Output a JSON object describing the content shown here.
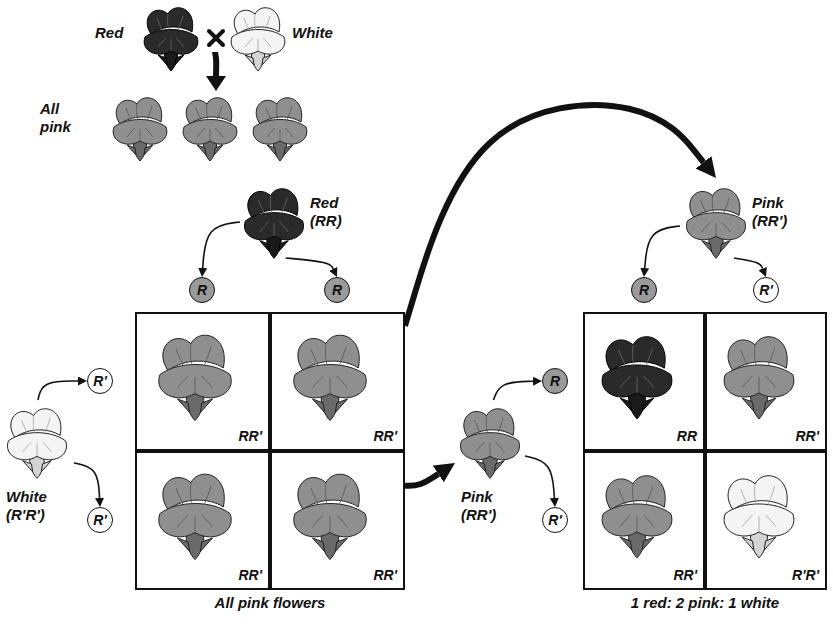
{
  "diagram": {
    "nodes": [
      {
        "text": [
          "Red"
        ]
      },
      {
        "text": [
          "White"
        ]
      },
      {
        "text": [
          "All pink"
        ]
      },
      {
        "text": [
          "Red (RR)"
        ]
      },
      {
        "text": [
          "R"
        ]
      },
      {
        "text": [
          "R"
        ]
      },
      {
        "text": [
          "White (R'R')"
        ]
      },
      {
        "text": [
          "R'"
        ]
      },
      {
        "text": [
          "R'"
        ]
      },
      {
        "text": [
          "All pink flowers"
        ]
      },
      {
        "text": [
          "RR'"
        ],
        "in": 9
      },
      {
        "text": [
          "RR'"
        ],
        "in": 9
      },
      {
        "text": [
          "RR'"
        ],
        "in": 9
      },
      {
        "text": [
          "RR'"
        ],
        "in": 9
      },
      {
        "text": [
          "Pink (RR')"
        ]
      },
      {
        "text": [
          "R"
        ]
      },
      {
        "text": [
          "R'"
        ]
      },
      {
        "text": [
          "Pink (RR')"
        ]
      },
      {
        "text": [
          "R"
        ]
      },
      {
        "text": [
          "R'"
        ]
      },
      {
        "text": [
          "1 red: 2 pink: 1 white"
        ]
      },
      {
        "text": [
          "RR"
        ],
        "in": 20
      },
      {
        "text": [
          "RR'"
        ],
        "in": 20
      },
      {
        "text": [
          "RR'"
        ],
        "in": 20
      },
      {
        "text": [
          "R'R'"
        ],
        "in": 20
      }
    ],
    "edges": [
      {
        "from": 3,
        "to": 4,
        "arrow": "to"
      },
      {
        "from": 3,
        "to": 5,
        "arrow": "to"
      },
      {
        "from": 6,
        "to": 7,
        "arrow": "to"
      },
      {
        "from": 6,
        "to": 8,
        "arrow": "to"
      },
      {
        "from": 11,
        "to": 14,
        "arrow": "to"
      },
      {
        "from": 13,
        "to": 17,
        "arrow": "to"
      },
      {
        "from": 14,
        "to": 15,
        "arrow": "to"
      },
      {
        "from": 14,
        "to": 16,
        "arrow": "to"
      },
      {
        "from": 17,
        "to": 18,
        "arrow": "to"
      },
      {
        "from": 17,
        "to": 19,
        "arrow": "to"
      }
    ]
  }
}
